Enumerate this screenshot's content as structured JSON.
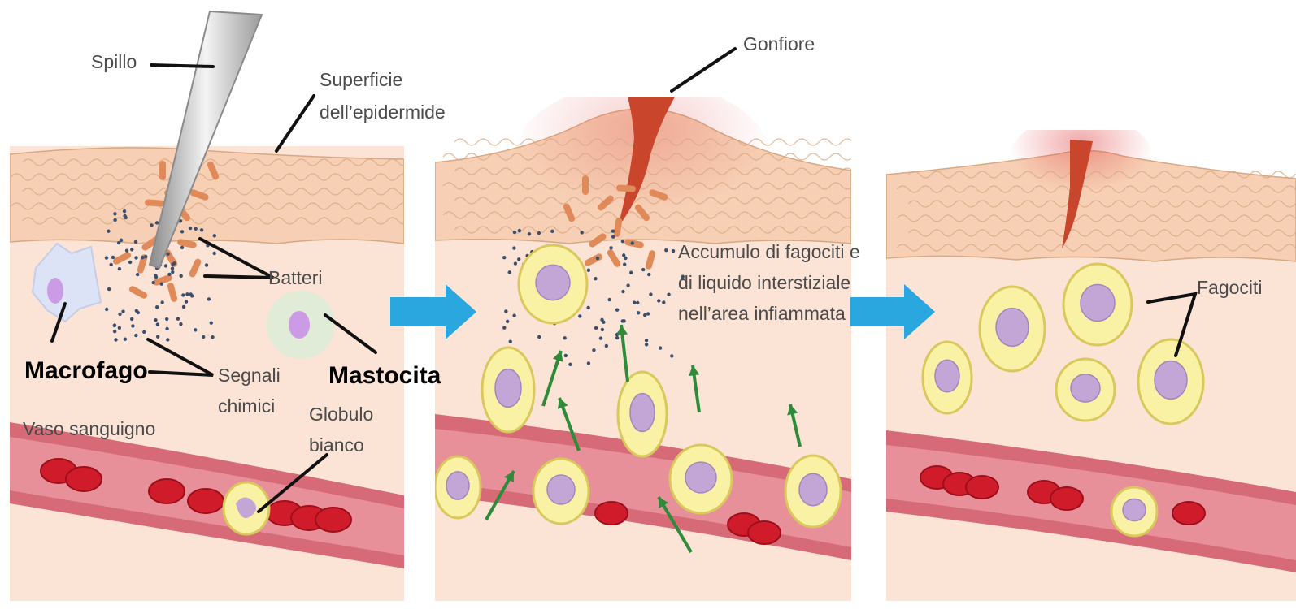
{
  "colors": {
    "skin": "#fbe3d6",
    "epidermis": "#f6cfb4",
    "epidermis_line": "#d7a882",
    "vessel": "#d66a76",
    "vessel_inner": "#e8909a",
    "red_cell": "#d01b2a",
    "bacteria": "#e08a5a",
    "phagocyte": "#f9f1a3",
    "phagocyte_edge": "#d9c85c",
    "nucleus": "#c4a6d6",
    "macrophage": "#dde3f6",
    "mast_cell": "#e0ecd8",
    "cell_nucleus": "#cc9be6",
    "arrow_big": "#2aa7df",
    "arrow_green": "#2f8a3a",
    "wound": "#c9462c"
  },
  "labels": {
    "spillo": "Spillo",
    "superficie_1": "Superficie",
    "superficie_2": "dell’epidermide",
    "batteri": "Batteri",
    "segnali_1": "Segnali",
    "segnali_2": "chimici",
    "globulo_1": "Globulo",
    "globulo_2": "bianco",
    "vaso": "Vaso sanguigno",
    "macrofago": "Macrofago",
    "mastocita": "Mastocita",
    "gonfiore": "Gonfiore",
    "accumulo_1": "Accumulo di fagociti e",
    "accumulo_2": "di liquido interstiziale",
    "accumulo_3": "nell’area  infiammata",
    "fagociti": "Fagociti"
  },
  "icons": {
    "transition_arrow": "right-arrow-icon",
    "migration_arrow": "up-arrow-icon"
  }
}
